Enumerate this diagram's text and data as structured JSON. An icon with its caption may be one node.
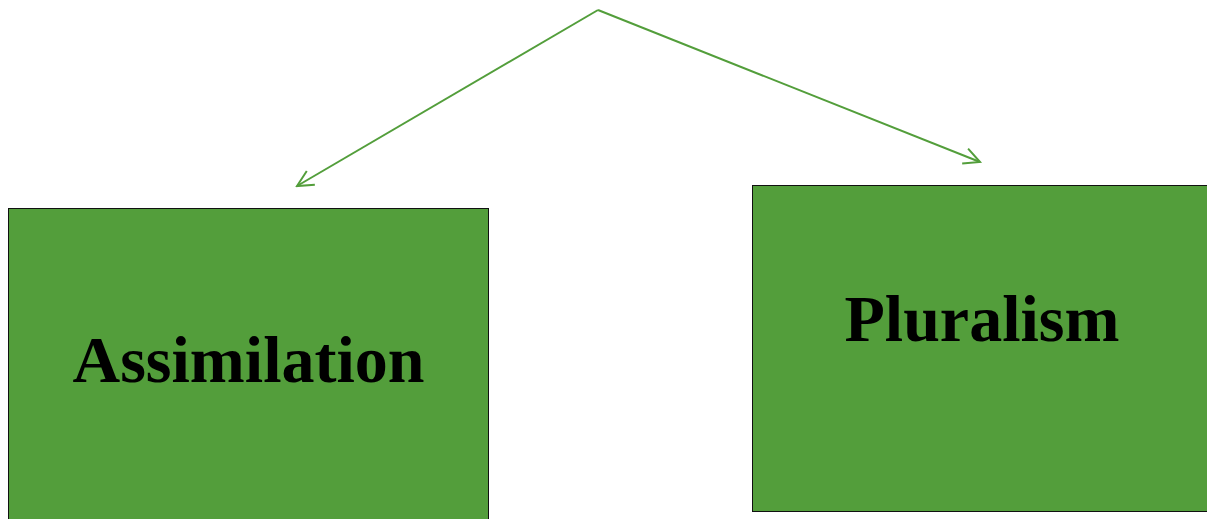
{
  "diagram": {
    "nodes": [
      {
        "text": [
          "Assimilation"
        ]
      },
      {
        "text": [
          "Pluralism"
        ]
      }
    ],
    "edges": [
      {
        "from": null,
        "to": 0,
        "arrow": "to"
      },
      {
        "from": null,
        "to": 1,
        "arrow": "to"
      }
    ]
  }
}
